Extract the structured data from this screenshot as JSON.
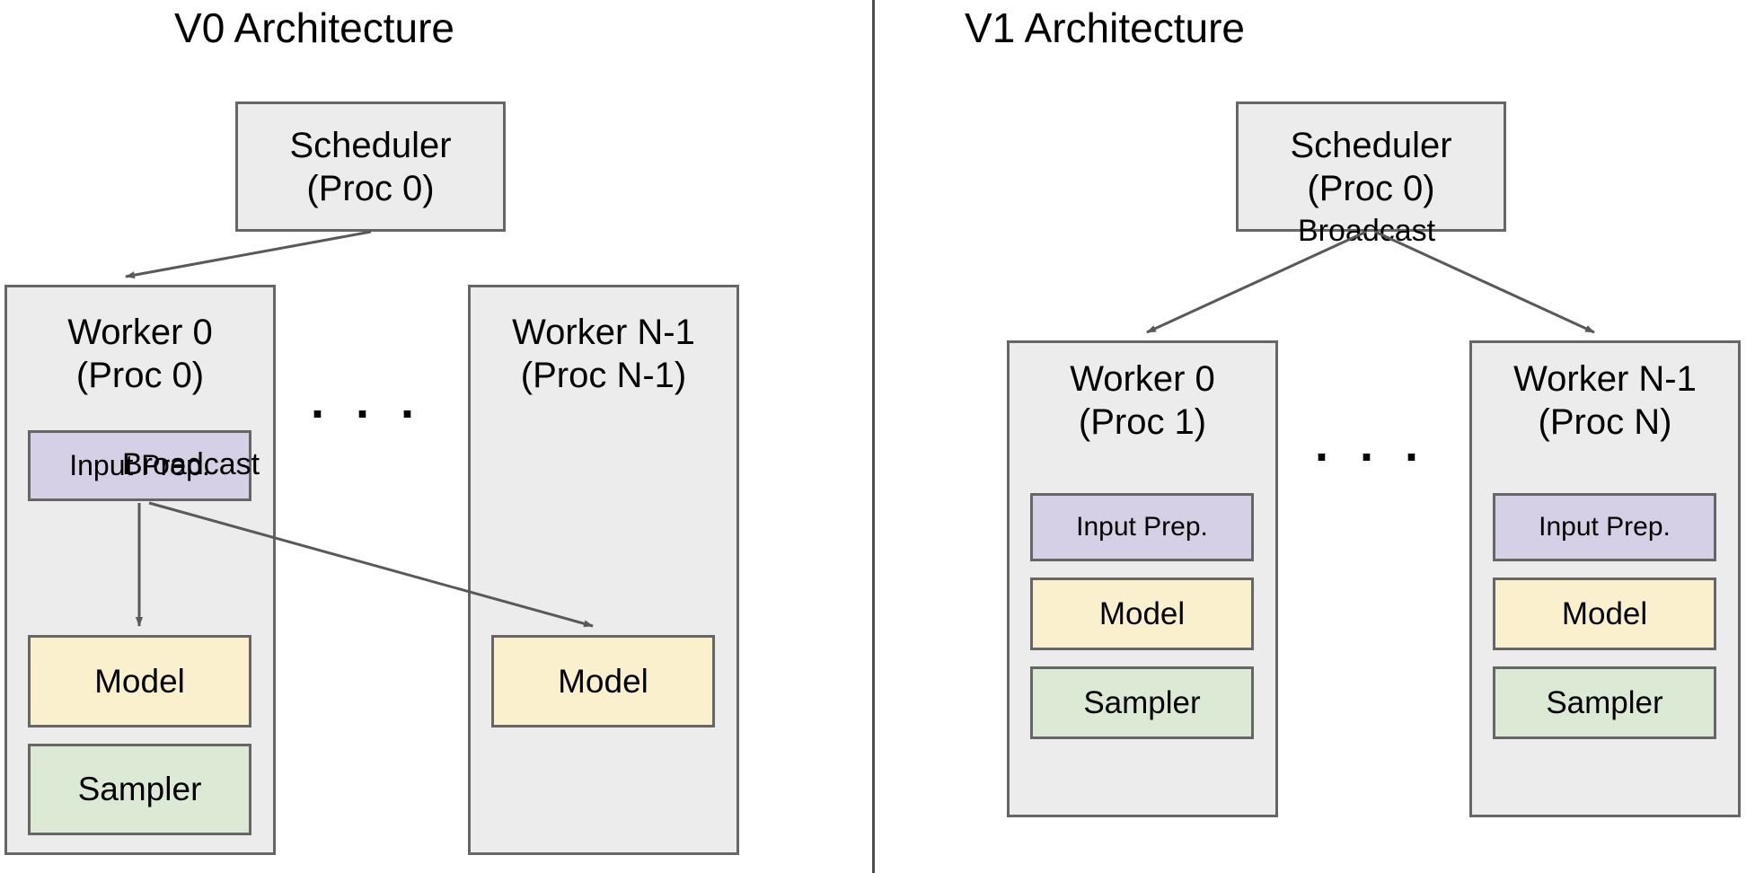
{
  "figure": {
    "kind": "architecture-comparison-diagram",
    "divider_color": "#4d4d4d"
  },
  "colors": {
    "box_fill": "#ececec",
    "box_stroke": "#666666",
    "input_prep_fill": "#d5d0e5",
    "model_fill": "#fbf0cd",
    "sampler_fill": "#dce9d5",
    "arrow_color": "#595959",
    "text": "#000000"
  },
  "panels": [
    {
      "id": "v0",
      "title": "V0 Architecture",
      "scheduler": {
        "line1": "Scheduler",
        "line2": "(Proc 0)"
      },
      "broadcast_label": "Broadcast",
      "ellipsis": ". . .",
      "workers": [
        {
          "id": "worker-0",
          "line1": "Worker 0",
          "line2": "(Proc 0)",
          "components": [
            {
              "id": "input-prep",
              "label": "Input Prep.",
              "fill": "#d5d0e5"
            },
            {
              "id": "model",
              "label": "Model",
              "fill": "#fbf0cd"
            },
            {
              "id": "sampler",
              "label": "Sampler",
              "fill": "#dce9d5"
            }
          ]
        },
        {
          "id": "worker-n-1",
          "line1": "Worker N-1",
          "line2": "(Proc N-1)",
          "components": [
            {
              "id": "model",
              "label": "Model",
              "fill": "#fbf0cd"
            }
          ]
        }
      ]
    },
    {
      "id": "v1",
      "title": "V1 Architecture",
      "scheduler": {
        "line1": "Scheduler",
        "line2": "(Proc 0)"
      },
      "broadcast_label": "Broadcast",
      "ellipsis": ". . .",
      "workers": [
        {
          "id": "worker-0",
          "line1": "Worker 0",
          "line2": "(Proc 1)",
          "components": [
            {
              "id": "input-prep",
              "label": "Input Prep.",
              "fill": "#d5d0e5"
            },
            {
              "id": "model",
              "label": "Model",
              "fill": "#fbf0cd"
            },
            {
              "id": "sampler",
              "label": "Sampler",
              "fill": "#dce9d5"
            }
          ]
        },
        {
          "id": "worker-n-1",
          "line1": "Worker N-1",
          "line2": "(Proc N)",
          "components": [
            {
              "id": "input-prep",
              "label": "Input Prep.",
              "fill": "#d5d0e5"
            },
            {
              "id": "model",
              "label": "Model",
              "fill": "#fbf0cd"
            },
            {
              "id": "sampler",
              "label": "Sampler",
              "fill": "#dce9d5"
            }
          ]
        }
      ]
    }
  ]
}
